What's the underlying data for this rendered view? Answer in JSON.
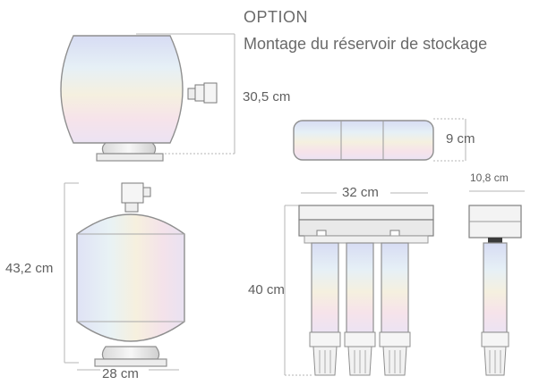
{
  "header": {
    "option": "OPTION",
    "subtitle": "Montage du réservoir de stockage"
  },
  "dimensions": {
    "tank_horizontal_height": "30,5 cm",
    "filter_head_height": "9 cm",
    "filter_width": "32 cm",
    "filter_depth": "10,8 cm",
    "tank_vertical_height": "43,2 cm",
    "filter_total_height": "40 cm",
    "tank_base_width": "28 cm"
  },
  "colors": {
    "outline": "#9a9a9a",
    "dimension_line": "#b5b5b5",
    "label": "#5f5f5f",
    "tank_gradient": [
      "#d7dcf3",
      "#e6f0f6",
      "#f5f0df",
      "#f6e3ea",
      "#ece3f3"
    ],
    "dark_part": "#3a3a3a"
  }
}
